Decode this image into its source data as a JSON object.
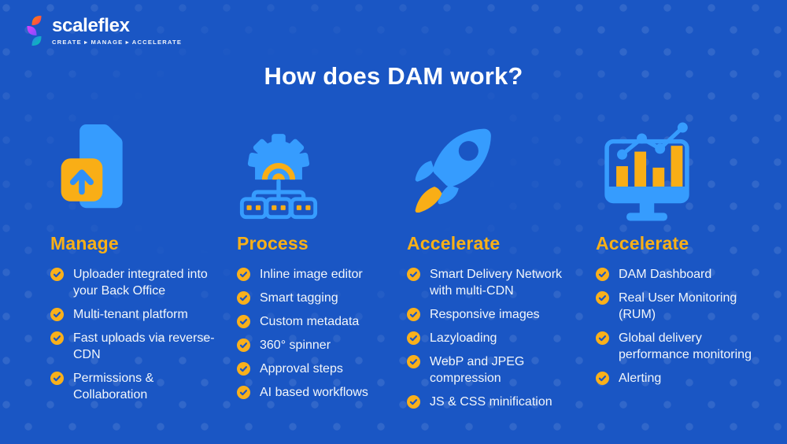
{
  "brand": {
    "name": "scaleflex",
    "tagline": "CREATE ▸ MANAGE ▸ ACCELERATE"
  },
  "title": "How does DAM work?",
  "colors": {
    "background": "#1A56C4",
    "icon_blue": "#369CFE",
    "accent_yellow": "#F9AE16",
    "heading_yellow": "#F9B017",
    "text": "#F2F6FA"
  },
  "columns": [
    {
      "icon": "upload-file-icon",
      "heading": "Manage",
      "items": [
        "Uploader integrated into your Back Office",
        "Multi-tenant platform",
        "Fast uploads via reverse-CDN",
        "Permissions & Collaboration"
      ]
    },
    {
      "icon": "workflow-gear-icon",
      "heading": "Process",
      "items": [
        "Inline image editor",
        "Smart tagging",
        "Custom metadata",
        "360° spinner",
        "Approval steps",
        "AI based workflows"
      ]
    },
    {
      "icon": "rocket-icon",
      "heading": "Accelerate",
      "items": [
        "Smart Delivery Network with multi-CDN",
        "Responsive images",
        "Lazyloading",
        "WebP and JPEG compression",
        "JS & CSS minification"
      ]
    },
    {
      "icon": "monitor-chart-icon",
      "heading": "Accelerate",
      "items": [
        "DAM Dashboard",
        "Real User Monitoring (RUM)",
        "Global delivery performance monitoring",
        "Alerting"
      ]
    }
  ]
}
